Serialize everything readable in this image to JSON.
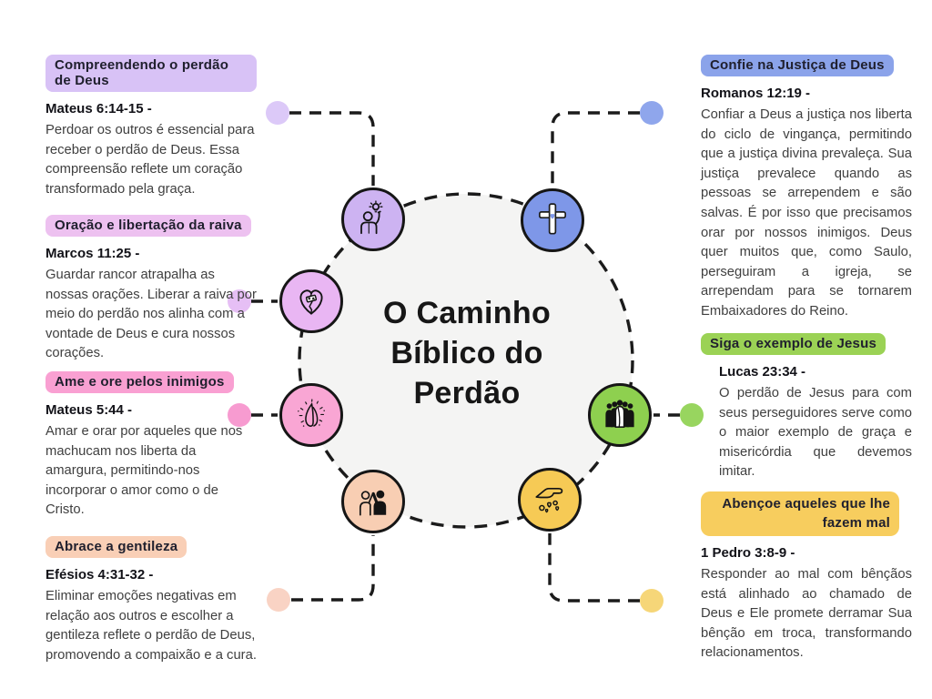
{
  "title": "O Caminho Bíblico do Perdão",
  "center_circle": {
    "fill": "#f4f4f3",
    "stroke": "#1a1a1a"
  },
  "sections": [
    {
      "header": "Compreendendo o perdão de Deus",
      "verse": "Mateus 6:14-15 -",
      "body": "Perdoar os outros é essencial para receber o perdão de Deus. Essa compreensão reflete um coração transformado pela graça.",
      "highlight": "#d8c2f6"
    },
    {
      "header": "Oração e libertação da raiva",
      "verse": "Marcos 11:25 -",
      "body": "Guardar rancor atrapalha as nossas orações. Liberar a raiva por meio do perdão nos alinha com a vontade de Deus e cura nossos corações.",
      "highlight": "#edc1f0"
    },
    {
      "header": "Ame e ore pelos inimigos",
      "verse": "Mateus 5:44 -",
      "body": "Amar e orar por aqueles que nos machucam nos liberta da amargura, permitindo-nos incorporar o amor como o de Cristo.",
      "highlight": "#f9a0d2"
    },
    {
      "header": "Abrace a gentileza",
      "verse": "Efésios 4:31-32 -",
      "body": "Eliminar emoções negativas em relação aos outros e escolher a gentileza reflete o perdão de Deus, promovendo a compaixão e a cura.",
      "highlight": "#f9cfb6"
    },
    {
      "header": "Confie na Justiça de Deus",
      "verse": "Romanos 12:19 -",
      "body": "Confiar a Deus a justiça nos liberta do ciclo de vingança, permitindo que a justiça divina prevaleça. Sua justiça prevalece quando as pessoas se arrependem e são salvas. É por isso que precisamos orar por nossos inimigos. Deus quer muitos que, como Saulo, perseguiram a igreja, se arrependam para se tornarem Embaixadores do Reino.",
      "highlight": "#8ba3ea"
    },
    {
      "header": "Siga o exemplo de Jesus",
      "verse": "Lucas 23:34 -",
      "body": "O perdão de Jesus para com seus perseguidores serve como o maior exemplo de graça e misericórdia que devemos imitar.",
      "highlight": "#9bd255"
    },
    {
      "header": "Abençoe aqueles que lhe fazem mal",
      "verse": "1 Pedro 3:8-9 -",
      "body": "Responder ao mal com bênçãos está alinhado ao chamado de Deus e Ele promete derramar Sua bênção em troca, transformando relacionamentos.",
      "highlight": "#f7cd5e"
    }
  ],
  "nodes": [
    {
      "icon": "understanding-idea-icon",
      "fill": "#cdb3f2",
      "dot": "#dcc9f8"
    },
    {
      "icon": "cross-heart-icon",
      "fill": "#7e97e8",
      "dot": "#8fa6ec"
    },
    {
      "icon": "broken-heart-patch-icon",
      "fill": "#e9b6f3",
      "dot": "#e6bff5"
    },
    {
      "icon": "praying-hands-icon",
      "fill": "#f9a6d4",
      "dot": "#f79bd0"
    },
    {
      "icon": "jesus-group-icon",
      "fill": "#8ed04f",
      "dot": "#98d55f"
    },
    {
      "icon": "high-five-people-icon",
      "fill": "#f8ceb3",
      "dot": "#f9d3c4"
    },
    {
      "icon": "giving-hand-hearts-icon",
      "fill": "#f6ca55",
      "dot": "#f6d678"
    }
  ]
}
